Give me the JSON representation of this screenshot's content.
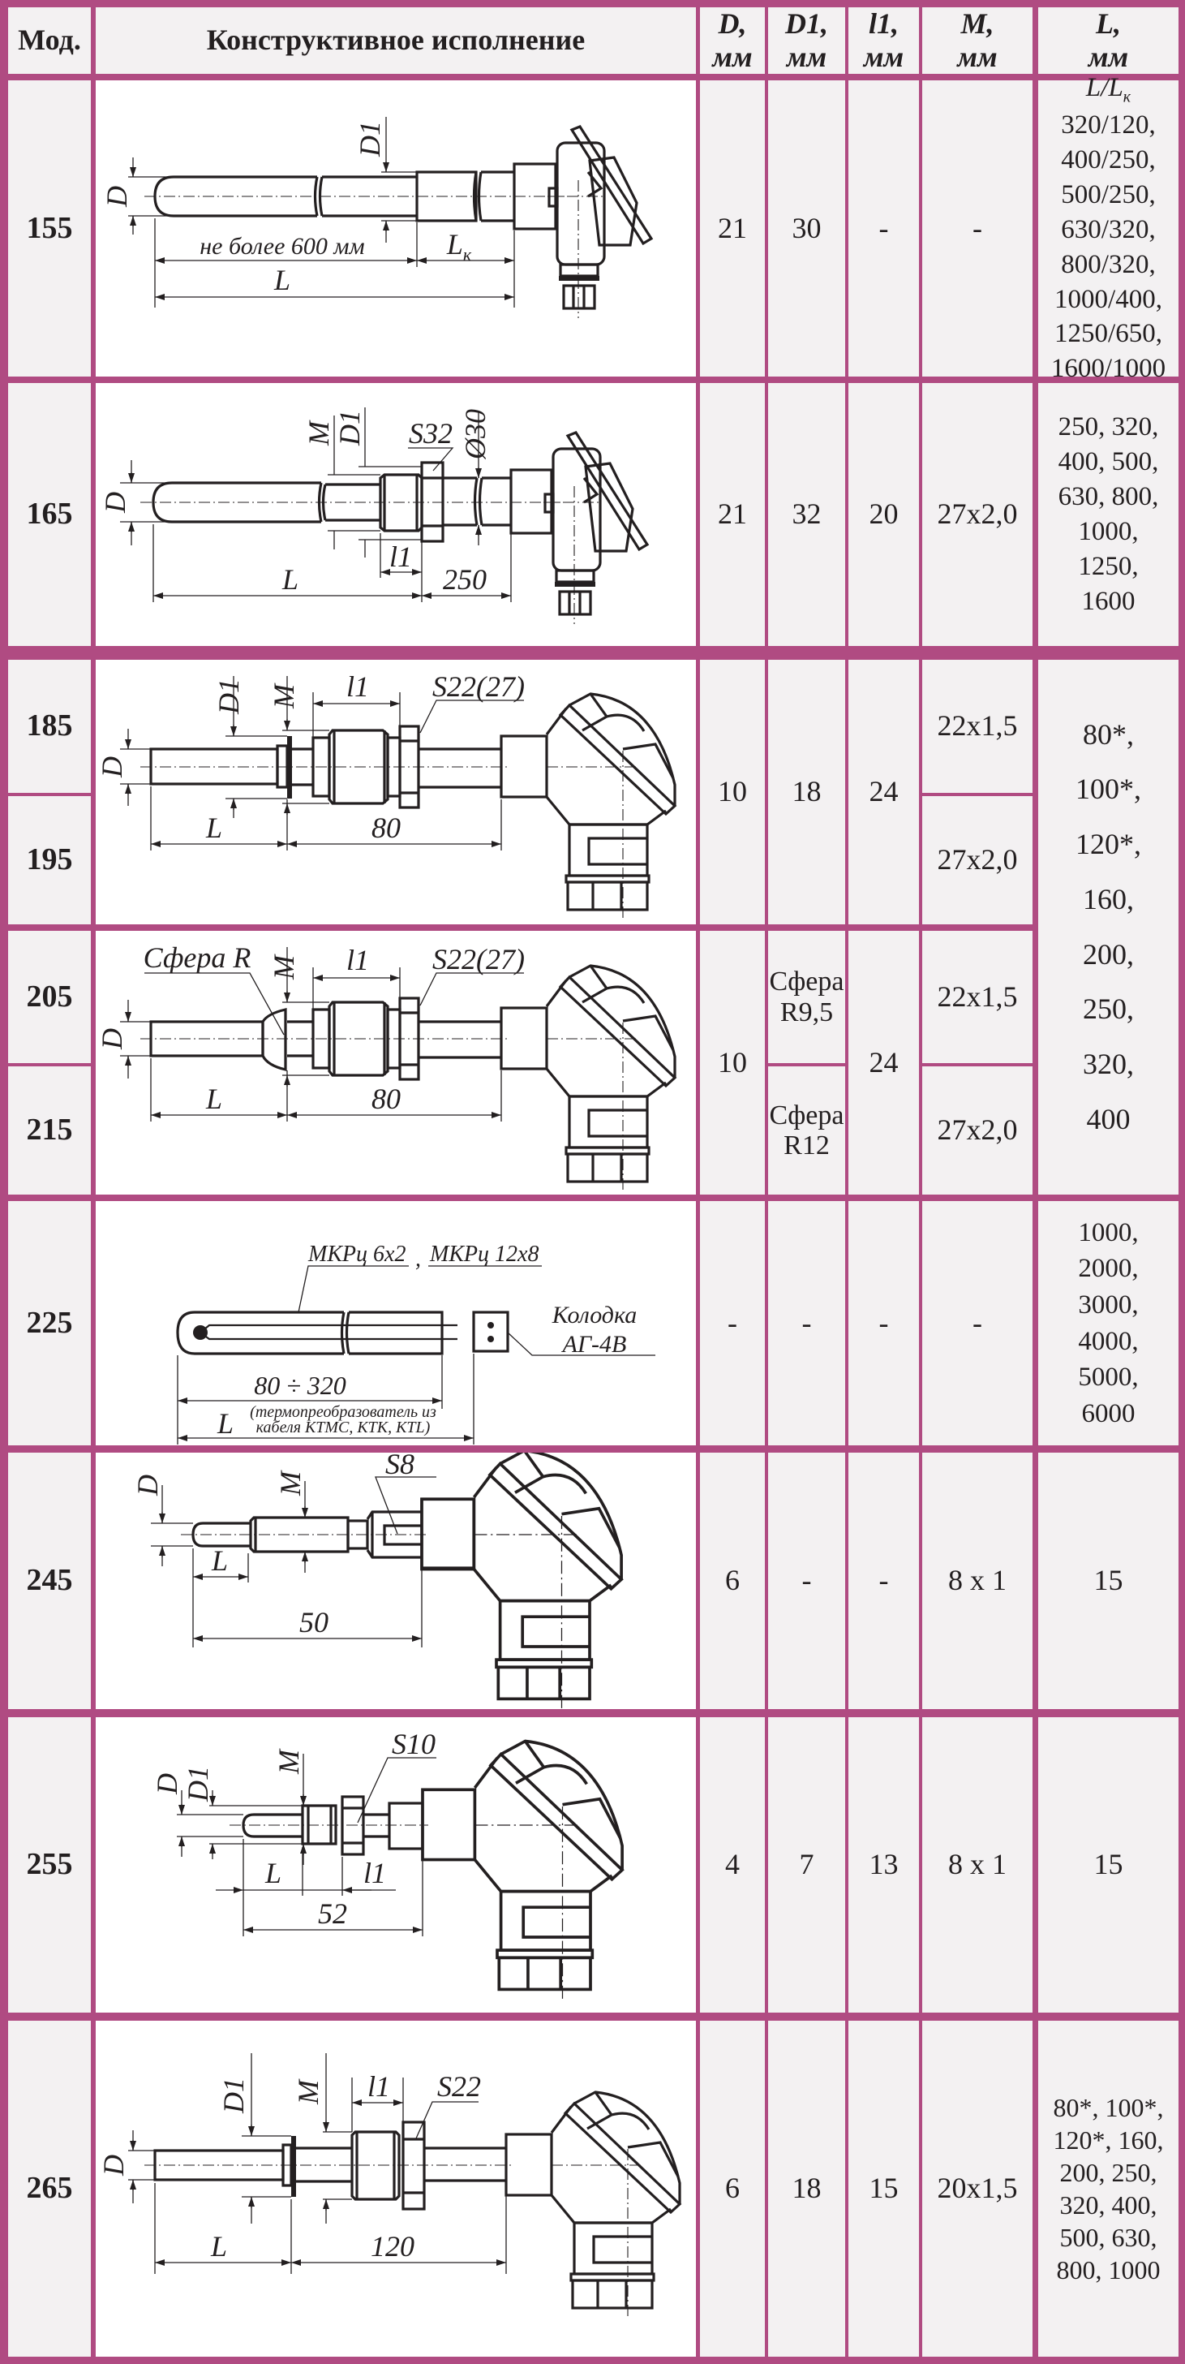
{
  "header": {
    "mod": "Мод.",
    "design": "Конструктивное исполнение",
    "d": "D,",
    "d1": "D1,",
    "l1": "l1,",
    "m": "M,",
    "l": "L,",
    "unit": "мм"
  },
  "rows": {
    "r155": {
      "mod": "155",
      "D": "21",
      "D1": "30",
      "l1": "-",
      "M": "-",
      "L_head": "L/L",
      "L_head_sub": "к",
      "L": [
        "320/120,",
        "400/250,",
        "500/250,",
        "630/320,",
        "800/320,",
        "1000/400,",
        "1250/650,",
        "1600/1000"
      ],
      "drawing": {
        "D": "D",
        "D1": "D1",
        "max": "не более 600 мм",
        "Lk": "L",
        "Lk_sub": "к",
        "L": "L"
      }
    },
    "r165": {
      "mod": "165",
      "D": "21",
      "D1": "32",
      "l1": "20",
      "M": "27x2,0",
      "L": [
        "250, 320,",
        "400, 500,",
        "630, 800,",
        "1000,",
        "1250,",
        "1600"
      ],
      "drawing": {
        "D": "D",
        "M": "M",
        "D1": "D1",
        "S": "S32",
        "dia": "Ø30",
        "l1": "l1",
        "L": "L",
        "len": "250"
      }
    },
    "r185": {
      "mod": "185",
      "M": "22x1,5"
    },
    "r195": {
      "mod": "195",
      "M": "27x2,0"
    },
    "g185": {
      "D": "10",
      "D1": "18",
      "l1": "24",
      "drawing": {
        "D": "D",
        "D1": "D1",
        "M": "M",
        "l1": "l1",
        "S": "S22(27)",
        "L": "L",
        "len": "80"
      }
    },
    "r205": {
      "mod": "205",
      "D1_a": "Сфера",
      "D1_b": "R9,5",
      "M": "22x1,5"
    },
    "r215": {
      "mod": "215",
      "D1_a": "Сфера",
      "D1_b": "R12",
      "M": "27x2,0"
    },
    "g205": {
      "D": "10",
      "l1": "24",
      "drawing": {
        "D": "D",
        "sphere": "Сфера R",
        "M": "M",
        "l1": "l1",
        "S": "S22(27)",
        "L": "L",
        "len": "80"
      }
    },
    "g185_215_L": [
      "80*,",
      "100*,",
      "120*,",
      "160,",
      "200,",
      "250,",
      "320,",
      "400"
    ],
    "r225": {
      "mod": "225",
      "D": "-",
      "D1": "-",
      "l1": "-",
      "M": "-",
      "L": [
        "1000,",
        "2000,",
        "3000,",
        "4000,",
        "5000,",
        "6000"
      ],
      "drawing": {
        "cable1": "МКРц  6х2",
        "sep": ",",
        "cable2": "МКРц 12х8",
        "block1": "Колодка",
        "block2": "АГ-4В",
        "range": "80 ÷ 320",
        "L": "L",
        "note1": "(термопреобразователь  из",
        "note2": "кабеля КТМС, КТК, KTL)"
      }
    },
    "r245": {
      "mod": "245",
      "D": "6",
      "D1": "-",
      "l1": "-",
      "M": "8 x 1",
      "L": "15",
      "drawing": {
        "D": "D",
        "M": "M",
        "S": "S8",
        "L": "L",
        "len": "50"
      }
    },
    "r255": {
      "mod": "255",
      "D": "4",
      "D1": "7",
      "l1": "13",
      "M": "8 x 1",
      "L": "15",
      "drawing": {
        "D": "D",
        "D1": "D1",
        "M": "M",
        "S": "S10",
        "L": "L",
        "l1": "l1",
        "len": "52"
      }
    },
    "r265": {
      "mod": "265",
      "D": "6",
      "D1": "18",
      "l1": "15",
      "M": "20x1,5",
      "L": [
        "80*, 100*,",
        "120*, 160,",
        "200, 250,",
        "320, 400,",
        "500, 630,",
        "800, 1000"
      ],
      "drawing": {
        "D": "D",
        "D1": "D1",
        "M": "M",
        "l1": "l1",
        "S": "S22",
        "L": "L",
        "len": "120"
      }
    }
  },
  "colors": {
    "border": "#b04b82",
    "cell": "#f3f1f2",
    "drawing_bg": "#ffffff",
    "ink": "#231f20"
  }
}
